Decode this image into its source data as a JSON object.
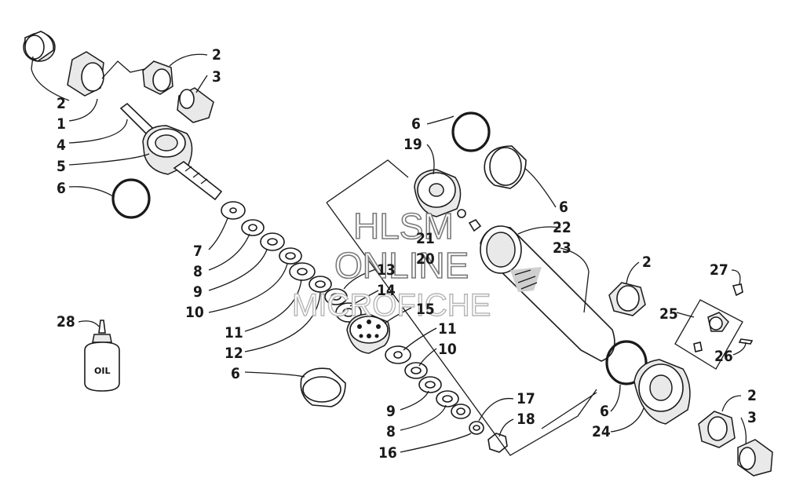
{
  "diagram": {
    "callouts": [
      {
        "id": "c1",
        "text": "2"
      },
      {
        "id": "c2",
        "text": "1"
      },
      {
        "id": "c3",
        "text": "4"
      },
      {
        "id": "c4",
        "text": "5"
      },
      {
        "id": "c5",
        "text": "6"
      },
      {
        "id": "c6",
        "text": "2"
      },
      {
        "id": "c7",
        "text": "3"
      },
      {
        "id": "c8",
        "text": "7"
      },
      {
        "id": "c9",
        "text": "8"
      },
      {
        "id": "c10",
        "text": "9"
      },
      {
        "id": "c11",
        "text": "10"
      },
      {
        "id": "c12",
        "text": "11"
      },
      {
        "id": "c13",
        "text": "12"
      },
      {
        "id": "c14",
        "text": "6"
      },
      {
        "id": "c15",
        "text": "13"
      },
      {
        "id": "c16",
        "text": "14"
      },
      {
        "id": "c17",
        "text": "15"
      },
      {
        "id": "c18",
        "text": "11"
      },
      {
        "id": "c19",
        "text": "10"
      },
      {
        "id": "c20",
        "text": "9"
      },
      {
        "id": "c21",
        "text": "8"
      },
      {
        "id": "c22",
        "text": "16"
      },
      {
        "id": "c23",
        "text": "17"
      },
      {
        "id": "c24",
        "text": "18"
      },
      {
        "id": "c25",
        "text": "6"
      },
      {
        "id": "c26",
        "text": "19"
      },
      {
        "id": "c27",
        "text": "6"
      },
      {
        "id": "c28",
        "text": "21"
      },
      {
        "id": "c29",
        "text": "20"
      },
      {
        "id": "c30",
        "text": "22"
      },
      {
        "id": "c31",
        "text": "23"
      },
      {
        "id": "c32",
        "text": "2"
      },
      {
        "id": "c33",
        "text": "27"
      },
      {
        "id": "c34",
        "text": "25"
      },
      {
        "id": "c35",
        "text": "26"
      },
      {
        "id": "c36",
        "text": "2"
      },
      {
        "id": "c37",
        "text": "3"
      },
      {
        "id": "c38",
        "text": "6"
      },
      {
        "id": "c39",
        "text": "24"
      },
      {
        "id": "c40",
        "text": "28"
      }
    ],
    "oil_bottle_label": "OIL"
  },
  "watermark": {
    "line1": "HLSM",
    "line2": "ONLINE",
    "line3": "MICROFICHE"
  }
}
